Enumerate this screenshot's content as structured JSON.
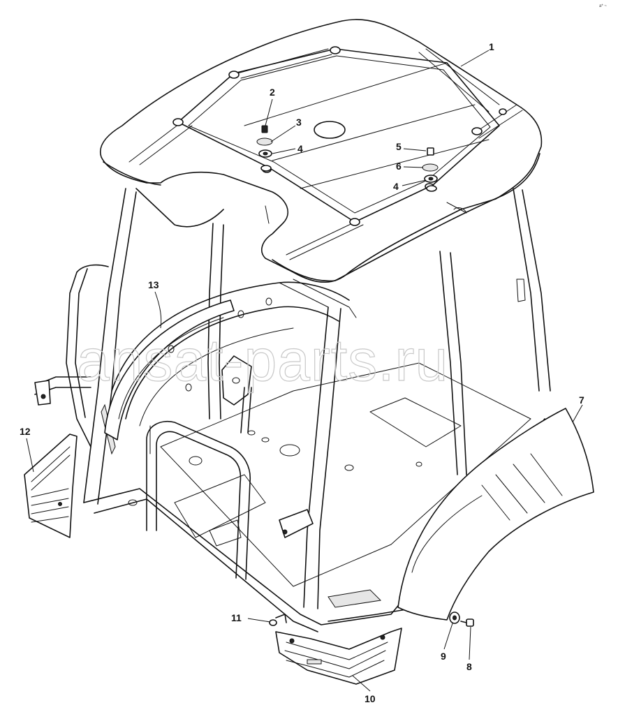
{
  "diagram": {
    "callouts": [
      {
        "id": "1",
        "label": "1"
      },
      {
        "id": "2",
        "label": "2"
      },
      {
        "id": "3",
        "label": "3"
      },
      {
        "id": "4a",
        "label": "4"
      },
      {
        "id": "5",
        "label": "5"
      },
      {
        "id": "6",
        "label": "6"
      },
      {
        "id": "4b",
        "label": "4"
      },
      {
        "id": "7",
        "label": "7"
      },
      {
        "id": "8",
        "label": "8"
      },
      {
        "id": "9",
        "label": "9"
      },
      {
        "id": "10",
        "label": "10"
      },
      {
        "id": "11",
        "label": "11"
      },
      {
        "id": "12",
        "label": "12"
      },
      {
        "id": "13",
        "label": "13"
      }
    ],
    "watermark": "ansat-parts.ru",
    "corner_mark": "a* ~"
  }
}
